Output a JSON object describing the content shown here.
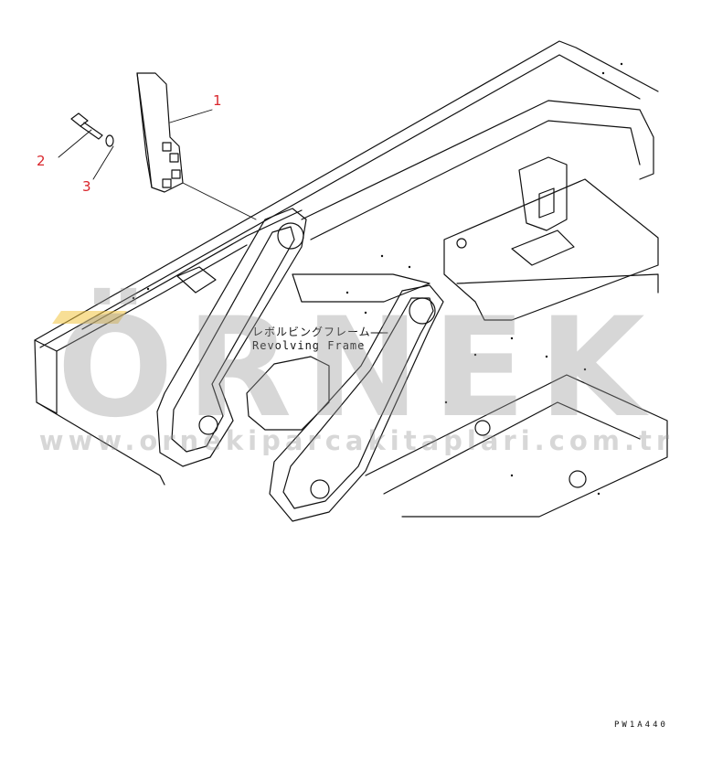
{
  "callouts": [
    {
      "label": "1"
    },
    {
      "label": "2"
    },
    {
      "label": "3"
    }
  ],
  "frame_label": {
    "japanese": "レボルビングフレーム",
    "english": "Revolving Frame"
  },
  "drawing_code": "PW1A440",
  "watermark": {
    "brand": "ÖRNEK",
    "url": "www.ornekiparcakitaplari.com.tr"
  },
  "colors": {
    "callout": "#d9262c",
    "line": "#111111",
    "watermark": "#969696"
  }
}
